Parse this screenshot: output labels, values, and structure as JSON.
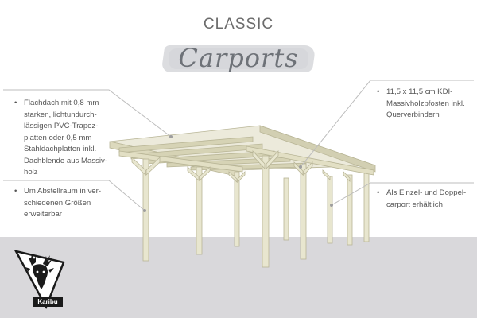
{
  "heading": {
    "subtitle": "CLASSIC",
    "title": "Carports"
  },
  "notes": [
    {
      "bullet": "•",
      "text": "Flachdach mit 0,8 mm starken, lichtundurch-lässigen PVC-Trapez-platten oder 0,5 mm Stahldachplatten inkl. Dachblende aus Massiv-holz"
    },
    {
      "bullet": "•",
      "text": "Um Abstellraum in ver-schiedenen Größen erweiterbar"
    },
    {
      "bullet": "•",
      "text": "11,5 x 11,5 cm KDI-Massivholzpfosten inkl. Querverbindern"
    },
    {
      "bullet": "•",
      "text": "Als Einzel- und Doppel-carport erhältlich"
    }
  ],
  "logo": {
    "text": "Karibu",
    "icon": "deer-head-icon"
  },
  "colors": {
    "wood": "#e8e6cf",
    "wood_dark": "#c9c6a6",
    "floor": "#d9d8db",
    "text": "#555555",
    "leader": "#bdbdbd"
  }
}
